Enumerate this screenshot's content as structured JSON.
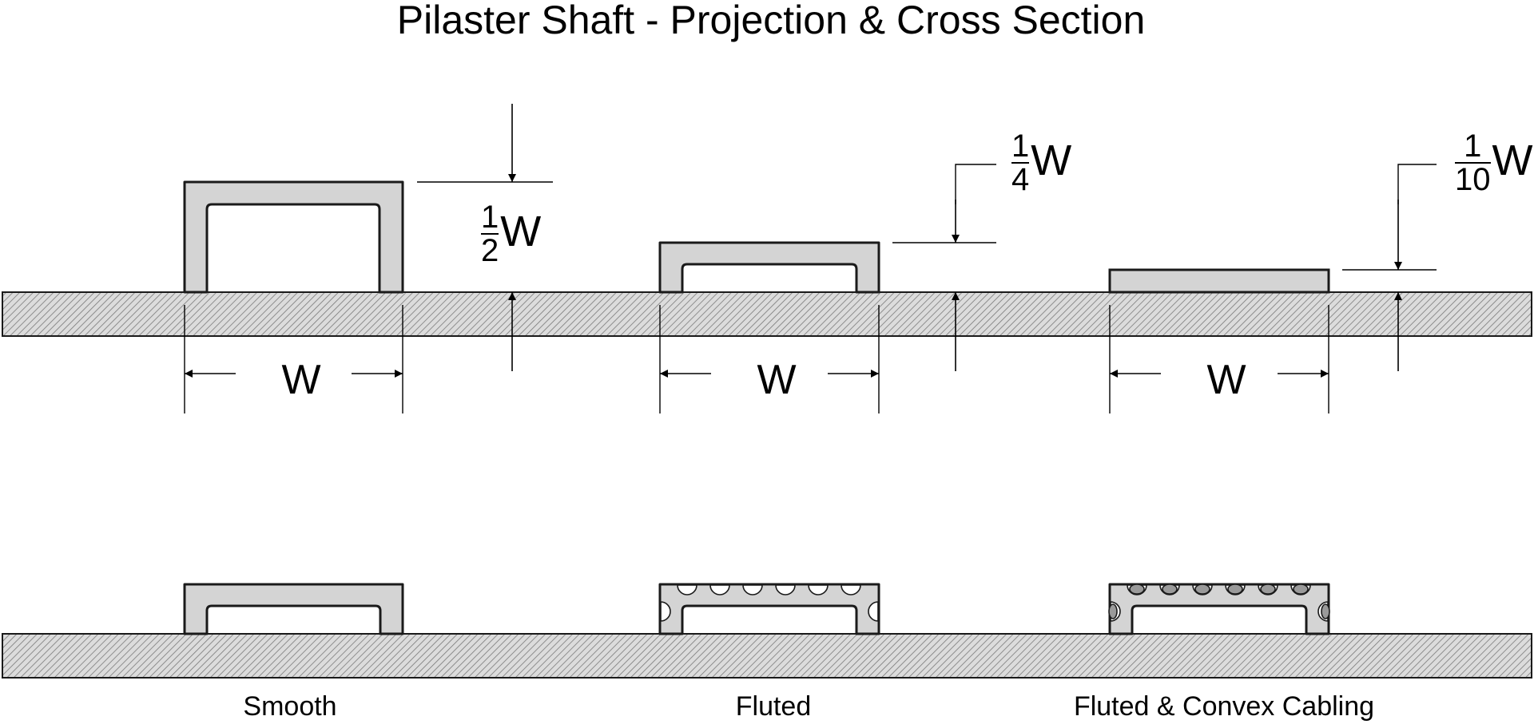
{
  "title": "Pilaster Shaft - Projection & Cross Section",
  "width_label": "W",
  "projection_labels": [
    {
      "numerator": "1",
      "denominator": "2",
      "variable": "W"
    },
    {
      "numerator": "1",
      "denominator": "4",
      "variable": "W"
    },
    {
      "numerator": "1",
      "denominator": "10",
      "variable": "W"
    }
  ],
  "captions": [
    "Smooth",
    "Fluted",
    "Fluted & Convex Cabling"
  ],
  "colors": {
    "shaft_fill": "#d4d4d4",
    "outline": "#1a1a1a",
    "wall_hatch_bg": "#dcdcdc",
    "wall_hatch_line": "#7a7a7a",
    "flute_fill": "#ffffff",
    "cable_fill": "#9a9a9a"
  }
}
